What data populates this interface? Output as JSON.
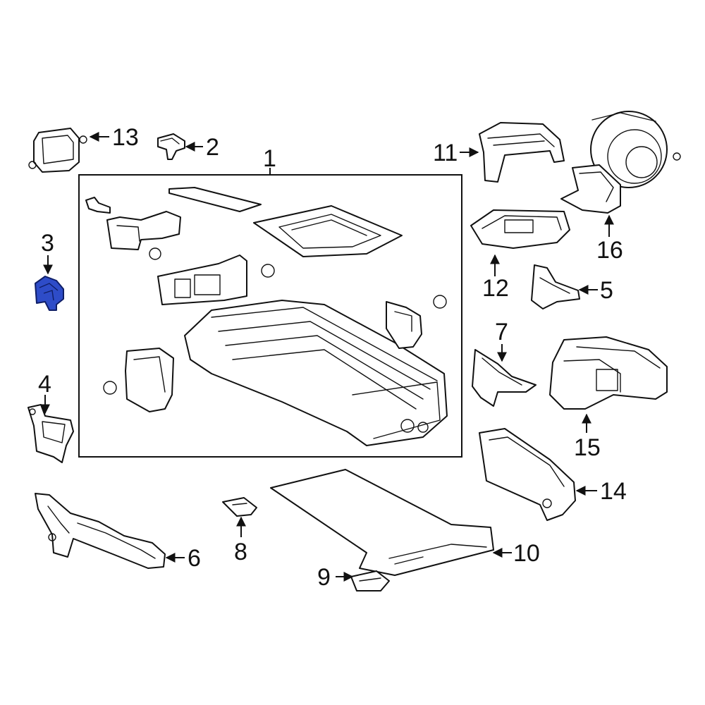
{
  "accent_color": "#2e4cc8",
  "highlighted_part": "3",
  "callouts": [
    {
      "id": "c1",
      "label": "1"
    },
    {
      "id": "c2",
      "label": "2"
    },
    {
      "id": "c3",
      "label": "3"
    },
    {
      "id": "c4",
      "label": "4"
    },
    {
      "id": "c5",
      "label": "5"
    },
    {
      "id": "c6",
      "label": "6"
    },
    {
      "id": "c7",
      "label": "7"
    },
    {
      "id": "c8",
      "label": "8"
    },
    {
      "id": "c9",
      "label": "9"
    },
    {
      "id": "c10",
      "label": "10"
    },
    {
      "id": "c11",
      "label": "11"
    },
    {
      "id": "c12",
      "label": "12"
    },
    {
      "id": "c13",
      "label": "13"
    },
    {
      "id": "c14",
      "label": "14"
    },
    {
      "id": "c15",
      "label": "15"
    },
    {
      "id": "c16",
      "label": "16"
    }
  ]
}
